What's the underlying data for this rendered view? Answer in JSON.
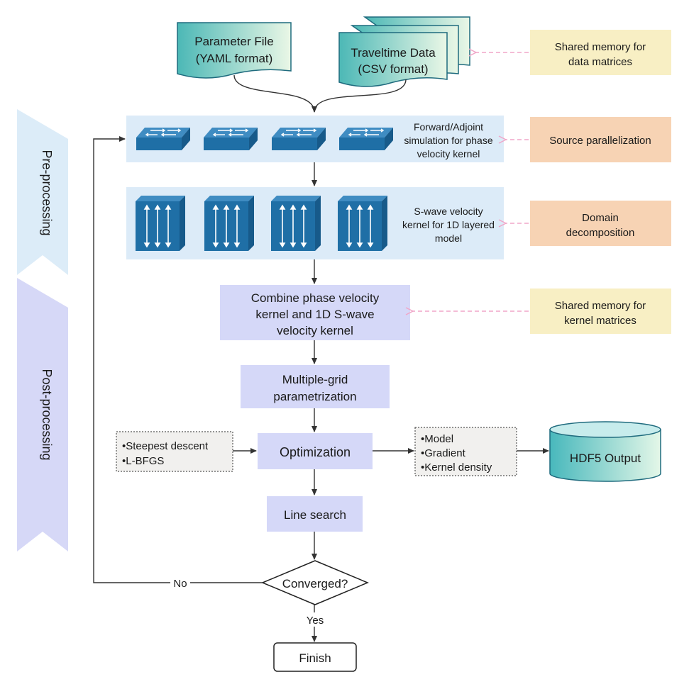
{
  "stages": {
    "pre": "Pre-processing",
    "post": "Post-processing"
  },
  "inputs": {
    "parameter_file": [
      "Parameter File",
      "(YAML format)"
    ],
    "traveltime_data": [
      "Traveltime Data",
      "(CSV format)"
    ]
  },
  "steps": {
    "forward_adjoint": [
      "Forward/Adjoint",
      "simulation for phase",
      "velocity kernel"
    ],
    "swave_kernel": [
      "S-wave velocity",
      "kernel for 1D layered",
      "model"
    ],
    "combine": [
      "Combine phase velocity",
      "kernel and 1D S-wave",
      "velocity kernel"
    ],
    "multigrid": [
      "Multiple-grid",
      "parametrization"
    ],
    "optimization": "Optimization",
    "line_search": "Line search",
    "converged": "Converged?",
    "finish": "Finish"
  },
  "branches": {
    "no": "No",
    "yes": "Yes"
  },
  "optimizer_methods": [
    "•Steepest descent",
    "•L-BFGS"
  ],
  "outputs": {
    "items": [
      "•Model",
      "•Gradient",
      "•Kernel density"
    ],
    "hdf5": "HDF5 Output"
  },
  "annotations": {
    "shared_data": [
      "Shared memory for",
      "data matrices"
    ],
    "source_parallel": "Source parallelization",
    "domain_decomp": [
      "Domain",
      "decomposition"
    ],
    "shared_kernel": [
      "Shared memory for",
      "kernel matrices"
    ]
  },
  "colors": {
    "stage_pre": "#dcecf8",
    "stage_post": "#d6d8f7",
    "process_box": "#d5d8f8",
    "kernel_panel": "#dcebf8",
    "annot_yellow": "#f8efc4",
    "annot_orange": "#f7d3b4",
    "device_blue": "#1f6fa6",
    "doc_fill": "#b5eadc",
    "arrow": "#333333",
    "dashed_pink": "#f0a6c8"
  }
}
